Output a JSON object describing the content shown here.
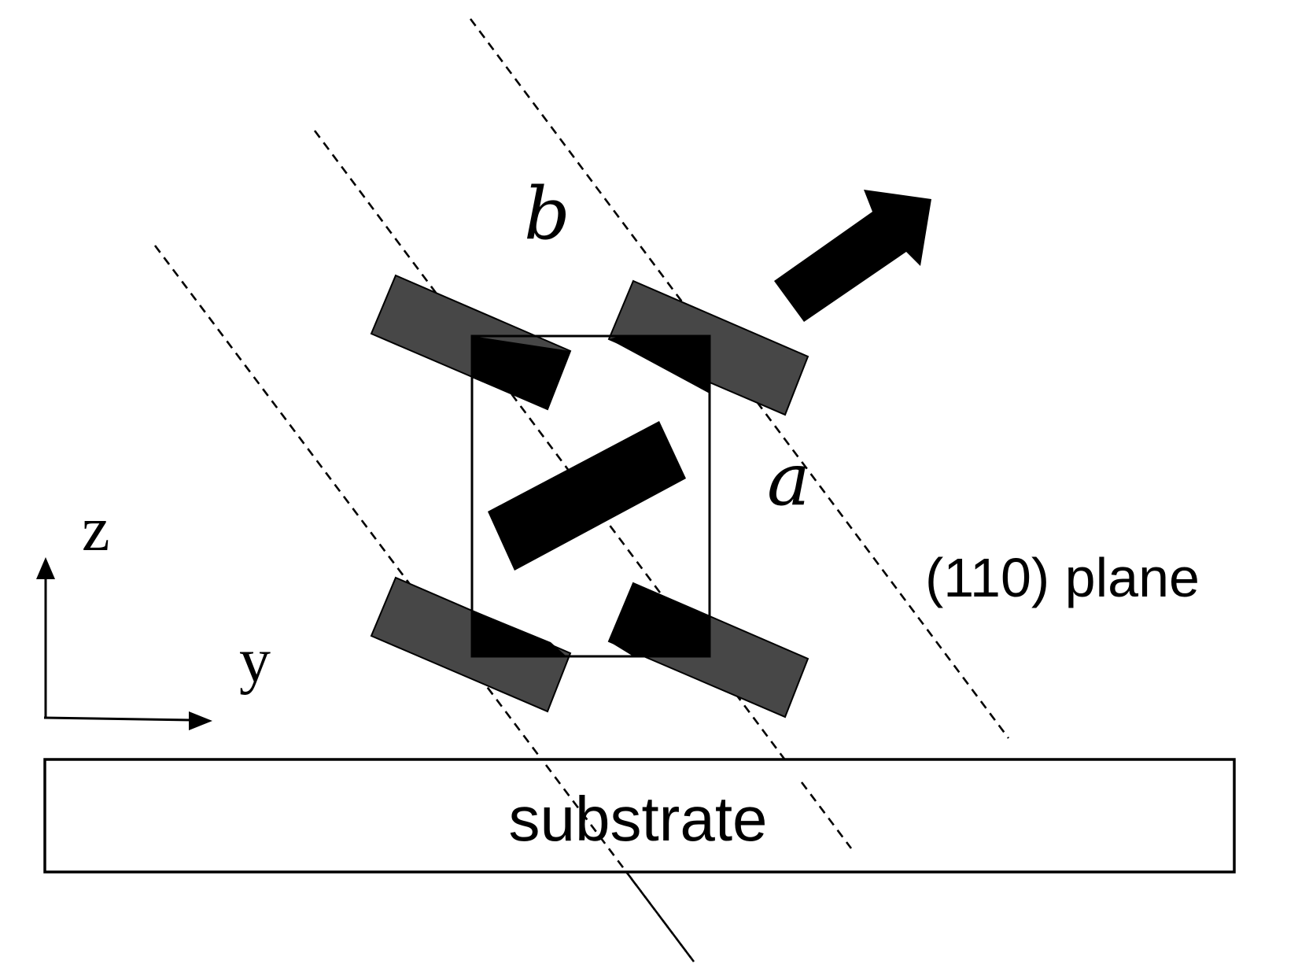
{
  "labels": {
    "b": "b",
    "a": "a",
    "plane": "(110) plane",
    "z": "z",
    "y": "y",
    "substrate": "substrate"
  }
}
